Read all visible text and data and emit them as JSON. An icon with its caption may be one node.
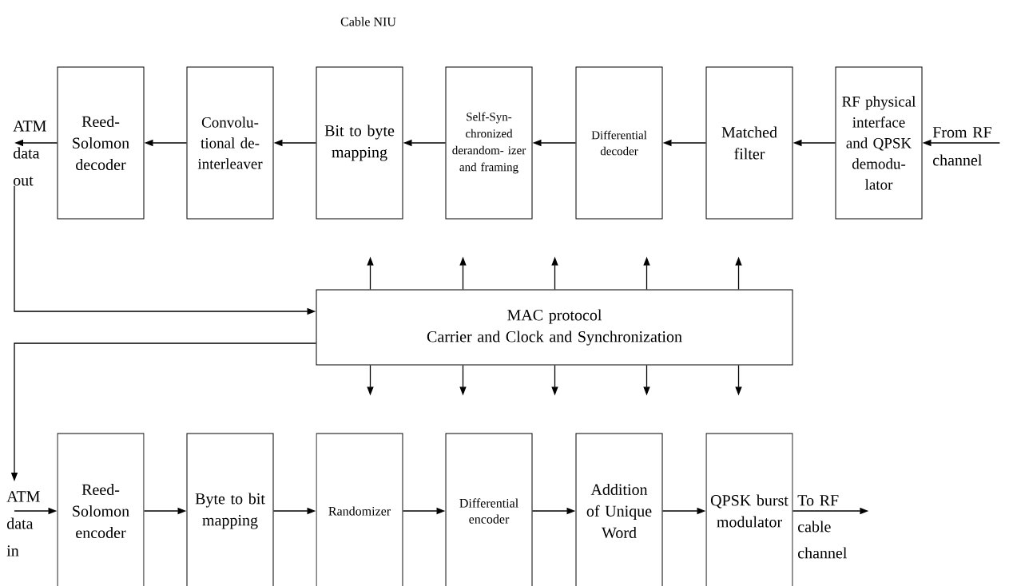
{
  "diagram": {
    "title": "Cable NIU",
    "nodes": [
      {
        "text": [
          "ATM data out"
        ]
      },
      {
        "text": [
          "Reed-Solomon decoder"
        ]
      },
      {
        "text": [
          "Convolu- tional de- interleaver"
        ]
      },
      {
        "text": [
          "Bit to byte mapping"
        ]
      },
      {
        "text": [
          "Self-Syn- chronized derandom- izer and framing"
        ]
      },
      {
        "text": [
          "Differential decoder"
        ]
      },
      {
        "text": [
          "Matched filter"
        ]
      },
      {
        "text": [
          "RF physical interface and QPSK demodu- lator"
        ]
      },
      {
        "text": [
          "From RF channel"
        ]
      },
      {
        "text": [
          "MAC protocol",
          "Carrier and Clock and Synchronization"
        ]
      },
      {
        "text": [
          "ATM data in"
        ]
      },
      {
        "text": [
          "Reed-Solomon encoder"
        ]
      },
      {
        "text": [
          "Byte to bit mapping"
        ]
      },
      {
        "text": [
          "Randomizer"
        ]
      },
      {
        "text": [
          "Differential encoder"
        ]
      },
      {
        "text": [
          "Addition of Unique Word"
        ]
      },
      {
        "text": [
          "QPSK burst modulator"
        ]
      },
      {
        "text": [
          "To RF cable channel"
        ]
      }
    ],
    "edges": [
      {
        "from": 8,
        "to": 7,
        "arrow": "to"
      },
      {
        "from": 7,
        "to": 6,
        "arrow": "to"
      },
      {
        "from": 6,
        "to": 5,
        "arrow": "to"
      },
      {
        "from": 5,
        "to": 4,
        "arrow": "to"
      },
      {
        "from": 4,
        "to": 3,
        "arrow": "to"
      },
      {
        "from": 3,
        "to": 2,
        "arrow": "to"
      },
      {
        "from": 2,
        "to": 1,
        "arrow": "to"
      },
      {
        "from": 1,
        "to": 0,
        "arrow": "to"
      },
      {
        "from": 0,
        "to": 9,
        "arrow": "to"
      },
      {
        "from": 9,
        "to": 10,
        "arrow": "to"
      },
      {
        "from": 10,
        "to": 11,
        "arrow": "to"
      },
      {
        "from": 11,
        "to": 12,
        "arrow": "to"
      },
      {
        "from": 12,
        "to": 13,
        "arrow": "to"
      },
      {
        "from": 13,
        "to": 14,
        "arrow": "to"
      },
      {
        "from": 14,
        "to": 15,
        "arrow": "to"
      },
      {
        "from": 15,
        "to": 16,
        "arrow": "to"
      },
      {
        "from": 16,
        "to": 17,
        "arrow": "to"
      },
      {
        "from": 9,
        "to": null,
        "arrow": "to"
      },
      {
        "from": 9,
        "to": null,
        "arrow": "to"
      },
      {
        "from": 9,
        "to": null,
        "arrow": "to"
      },
      {
        "from": 9,
        "to": null,
        "arrow": "to"
      },
      {
        "from": 9,
        "to": null,
        "arrow": "to"
      },
      {
        "from": 9,
        "to": null,
        "arrow": "to"
      },
      {
        "from": 9,
        "to": null,
        "arrow": "to"
      },
      {
        "from": 9,
        "to": null,
        "arrow": "to"
      },
      {
        "from": 9,
        "to": null,
        "arrow": "to"
      },
      {
        "from": 9,
        "to": null,
        "arrow": "to"
      }
    ]
  }
}
